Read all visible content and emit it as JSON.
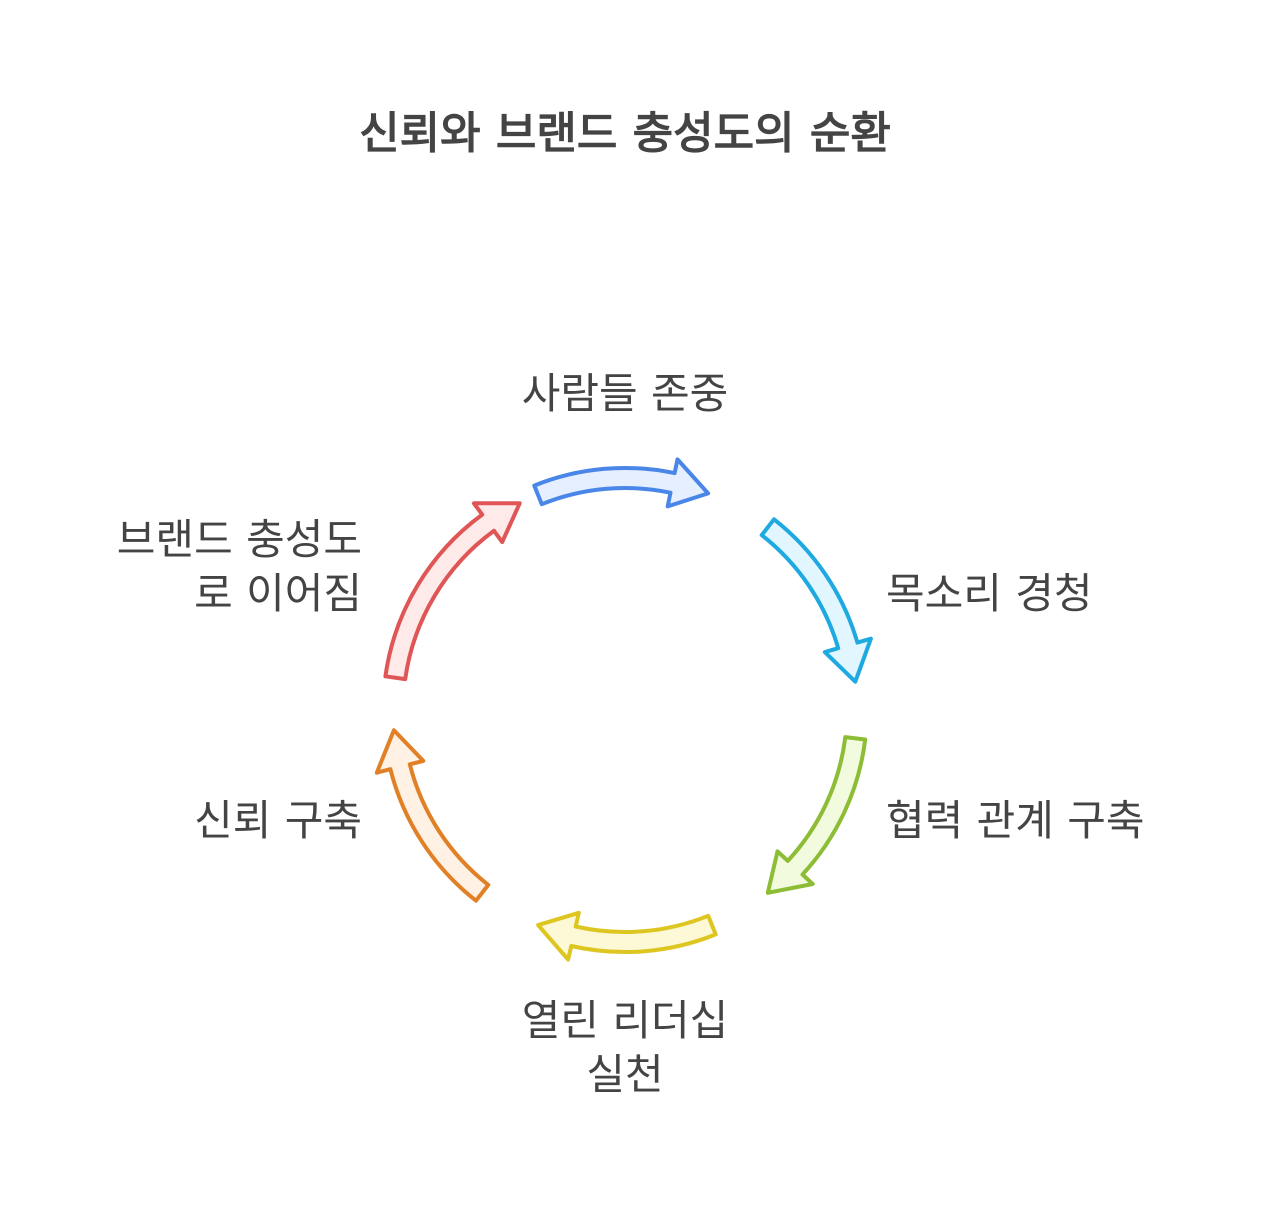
{
  "title": "신뢰와 브랜드 충성도의 순환",
  "steps": [
    {
      "lines": [
        "사람들 존중"
      ],
      "stroke": "#4a86e8",
      "fill": "#e6efff"
    },
    {
      "lines": [
        "목소리 경청"
      ],
      "stroke": "#1fa9e1",
      "fill": "#e2f6ff"
    },
    {
      "lines": [
        "협력 관계 구축"
      ],
      "stroke": "#8cbd35",
      "fill": "#f3fbdf"
    },
    {
      "lines": [
        "열린 리더십",
        "실천"
      ],
      "stroke": "#dec620",
      "fill": "#fdf9d6"
    },
    {
      "lines": [
        "신뢰 구축"
      ],
      "stroke": "#e08127",
      "fill": "#fff1e4"
    },
    {
      "lines": [
        "브랜드 충성도",
        "로 이어짐"
      ],
      "stroke": "#e05555",
      "fill": "#ffeaea"
    }
  ]
}
